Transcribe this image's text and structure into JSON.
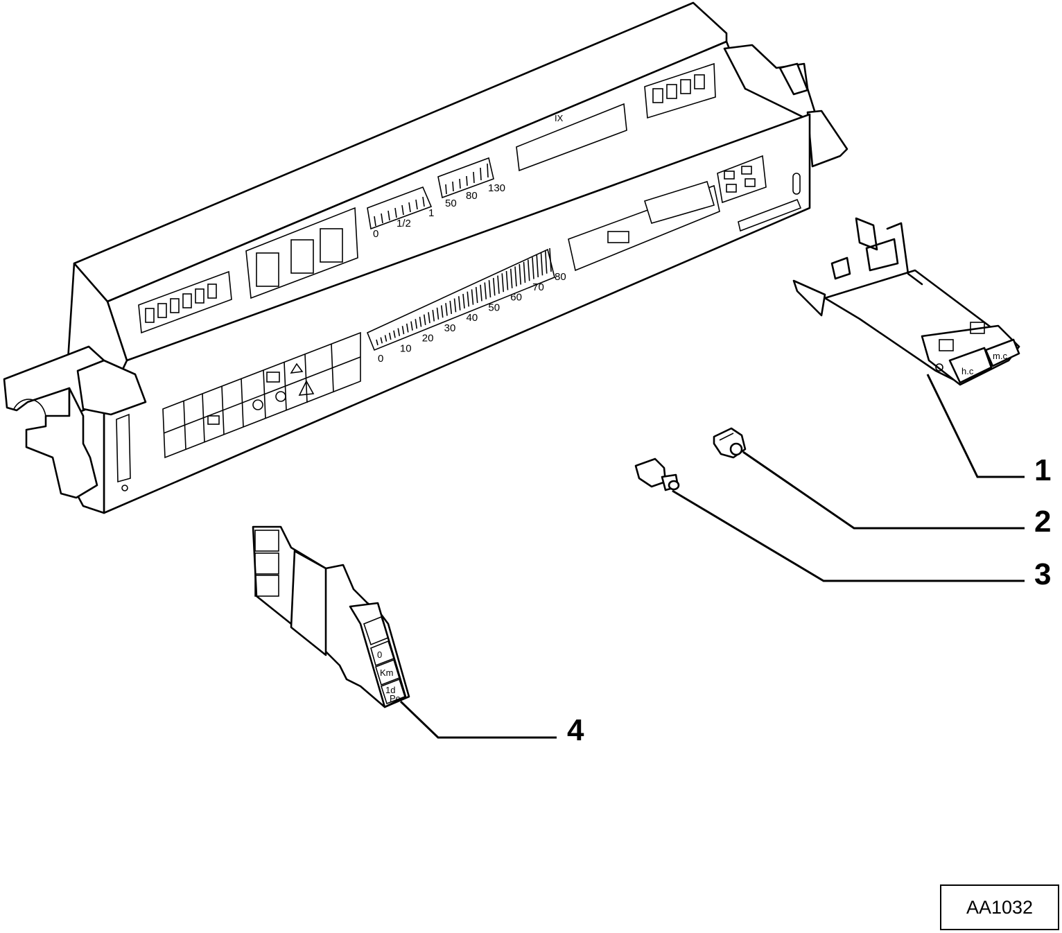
{
  "callouts": [
    {
      "id": "1",
      "label": "1"
    },
    {
      "id": "2",
      "label": "2"
    },
    {
      "id": "3",
      "label": "3"
    },
    {
      "id": "4",
      "label": "4"
    }
  ],
  "gauges": {
    "fuel_scale": [
      "0",
      "1/2",
      "1"
    ],
    "temp_scale": [
      "50",
      "80",
      "130"
    ],
    "speed_scale": [
      "0",
      "10",
      "20",
      "30",
      "40",
      "50",
      "60",
      "70",
      "80"
    ]
  },
  "button_labels": [
    "h.c",
    "m.c"
  ],
  "switch_labels": [
    "0",
    "Km",
    "1d",
    "Pc"
  ],
  "reference_code": "AA1032"
}
